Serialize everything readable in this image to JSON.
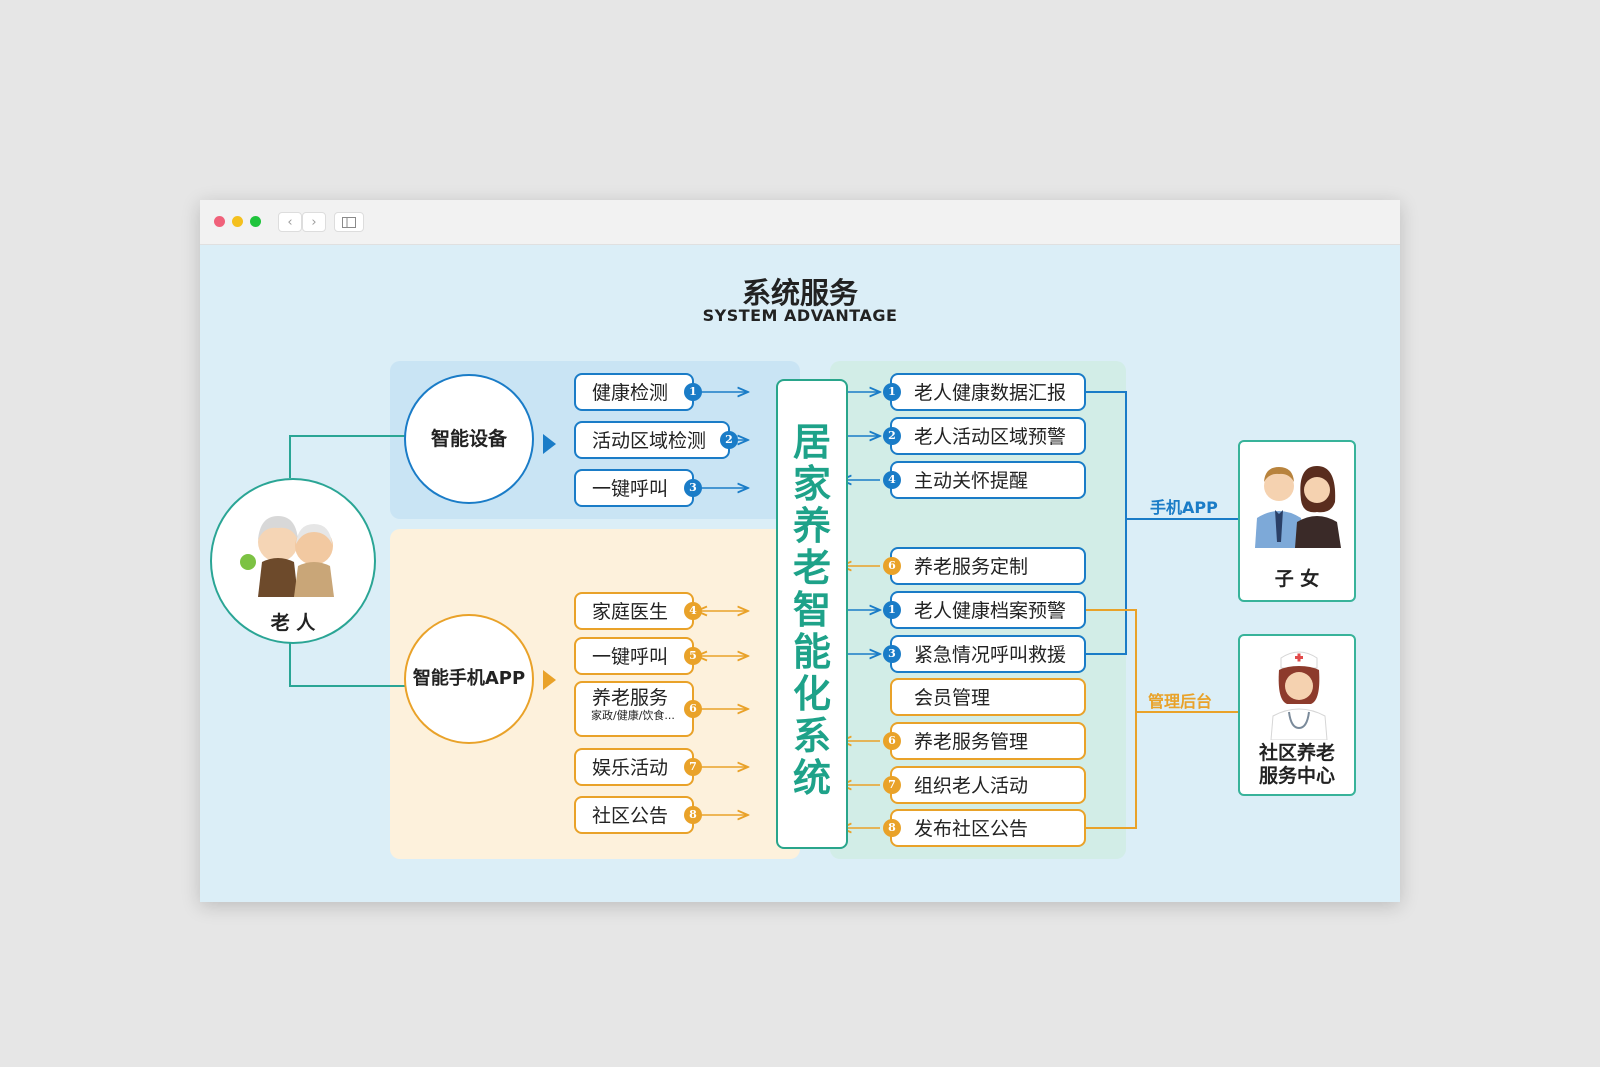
{
  "diagram": {
    "title": "系统服务",
    "subtitle": "SYSTEM ADVANTAGE",
    "elder_label": "老 人",
    "device_label": "智能设备",
    "app_label": "智能手机APP",
    "system_label": "居家养老智能化系统",
    "device_items": [
      {
        "label": "健康检测",
        "num": "1"
      },
      {
        "label": "活动区域检测",
        "num": "2"
      },
      {
        "label": "一键呼叫",
        "num": "3"
      }
    ],
    "app_items": [
      {
        "label": "家庭医生",
        "num": "4"
      },
      {
        "label": "一键呼叫",
        "num": "5"
      },
      {
        "label": "养老服务",
        "sub": "家政/健康/饮食...",
        "num": "6"
      },
      {
        "label": "娱乐活动",
        "num": "7"
      },
      {
        "label": "社区公告",
        "num": "8"
      }
    ],
    "right_items": [
      {
        "label": "老人健康数据汇报",
        "num": "1"
      },
      {
        "label": "老人活动区域预警",
        "num": "2"
      },
      {
        "label": "主动关怀提醒",
        "num": "4"
      },
      {
        "label": "养老服务定制",
        "num": "6"
      },
      {
        "label": "老人健康档案预警",
        "num": "1"
      },
      {
        "label": "紧急情况呼叫救援",
        "num": "3"
      },
      {
        "label": "会员管理",
        "num": ""
      },
      {
        "label": "养老服务管理",
        "num": "6"
      },
      {
        "label": "组织老人活动",
        "num": "7"
      },
      {
        "label": "发布社区公告",
        "num": "8"
      }
    ],
    "phone_app_label": "手机APP",
    "admin_label": "管理后台",
    "children_label": "子 女",
    "center_label_1": "社区养老",
    "center_label_2": "服务中心"
  },
  "colors": {
    "blue": "#1a7cc7",
    "orange": "#e9a229",
    "teal": "#29a58b",
    "device_panel": "#c9e4f4",
    "app_panel": "#fdf1dc"
  }
}
